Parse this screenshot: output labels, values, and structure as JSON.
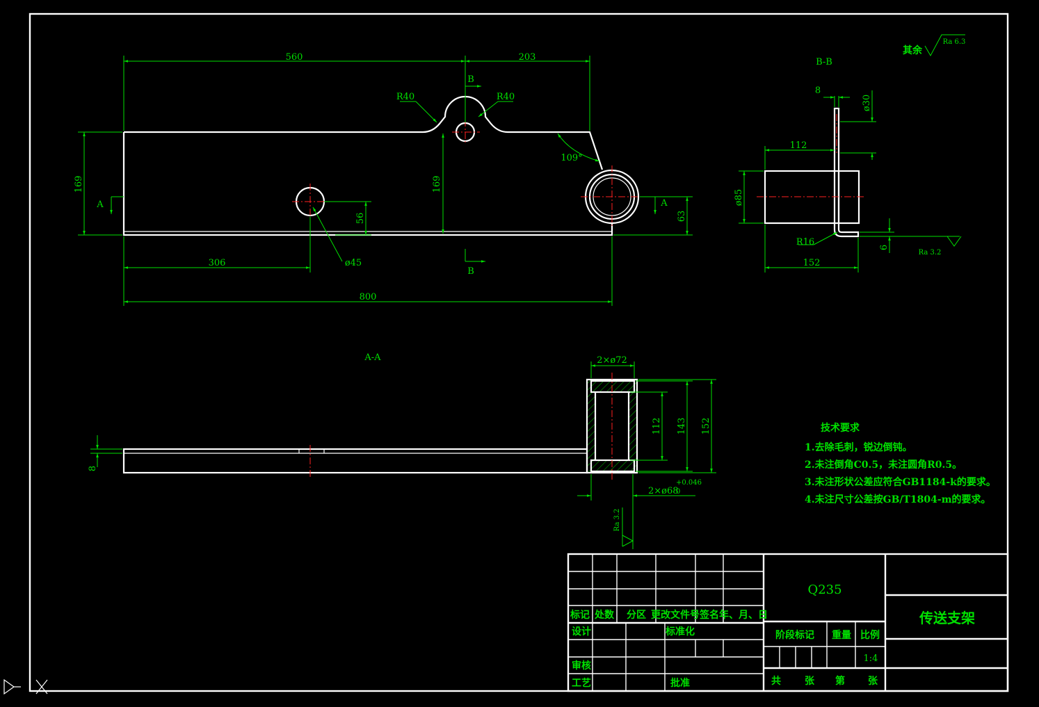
{
  "front_view": {
    "dims": {
      "d560": "560",
      "d203": "203",
      "r40_left": "R40",
      "r40_right": "R40",
      "d169_left": "169",
      "d169_mid": "169",
      "angle": "109°",
      "d56": "56",
      "d63": "63",
      "d306": "306",
      "dia45": "ø45",
      "d800": "800"
    },
    "section_marks": {
      "a_left": "A",
      "a_right": "A",
      "b_top": "B",
      "b_bottom": "B"
    }
  },
  "section_bb": {
    "title": "B-B",
    "dims": {
      "d8": "8",
      "dia30": "ø30",
      "d112": "112",
      "dia85": "ø85",
      "r16": "R16",
      "d152": "152",
      "d6": "6",
      "ra32": "Ra 3.2"
    }
  },
  "section_aa": {
    "title": "A-A",
    "dims": {
      "dia72": "2×ø72",
      "d8": "8",
      "d112": "112",
      "d143": "143",
      "d152": "152",
      "dia68": "2×ø68",
      "tol_upper": "+0.046",
      "tol_lower": "0",
      "ra32": "Ra 3.2"
    }
  },
  "roughness_note": {
    "label": "其余",
    "value": "Ra 6.3"
  },
  "tech_requirements": {
    "title": "技术要求",
    "items": [
      "1.去除毛刺，锐边倒钝。",
      "2.未注倒角C0.5，未注圆角R0.5。",
      "3.未注形状公差应符合GB1184-k的要求。",
      "4.未注尺寸公差按GB/T1804-m的要求。"
    ]
  },
  "title_block": {
    "material": "Q235",
    "part_name": "传送支架",
    "rev_headers": [
      "标记",
      "处数",
      "分区",
      "更改文件号",
      "签名",
      "年、月、日"
    ],
    "design": "设计",
    "standardize": "标准化",
    "check": "审核",
    "process": "工艺",
    "approve": "批准",
    "stage_mark": "阶段标记",
    "weight": "重量",
    "scale_label": "比例",
    "scale_value": "1:4",
    "sheet_total": "共",
    "sheet_unit1": "张",
    "sheet_no": "第",
    "sheet_unit2": "张"
  }
}
